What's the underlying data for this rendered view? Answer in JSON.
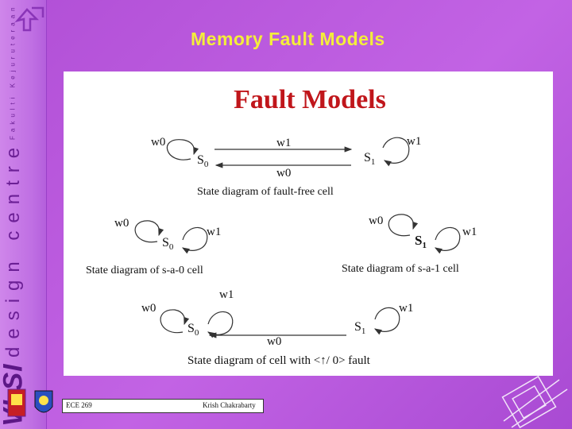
{
  "slide": {
    "title": "Memory Fault Models",
    "sidebar": {
      "brand": "VLSI",
      "design": "design centre",
      "faculty": "Fakulti Kejuruteraan"
    },
    "footer": {
      "course": "ECE 269",
      "author": "Krish Chakrabarty"
    }
  },
  "diagram": {
    "heading": "Fault Models",
    "states": {
      "s0": "S",
      "s1": "S",
      "sub0": "0",
      "sub1": "1"
    },
    "ops": {
      "w0": "w0",
      "w1": "w1"
    },
    "captions": {
      "fault_free": "State diagram of fault-free cell",
      "sa0": "State diagram of s-a-0 cell",
      "sa1": "State diagram of s-a-1 cell",
      "transition": "State diagram of  cell with <↑/ 0> fault"
    }
  },
  "colors": {
    "title": "#f4ee3a",
    "background": "#b14fd6",
    "panel": "#ffffff",
    "heading": "#c0161b"
  }
}
